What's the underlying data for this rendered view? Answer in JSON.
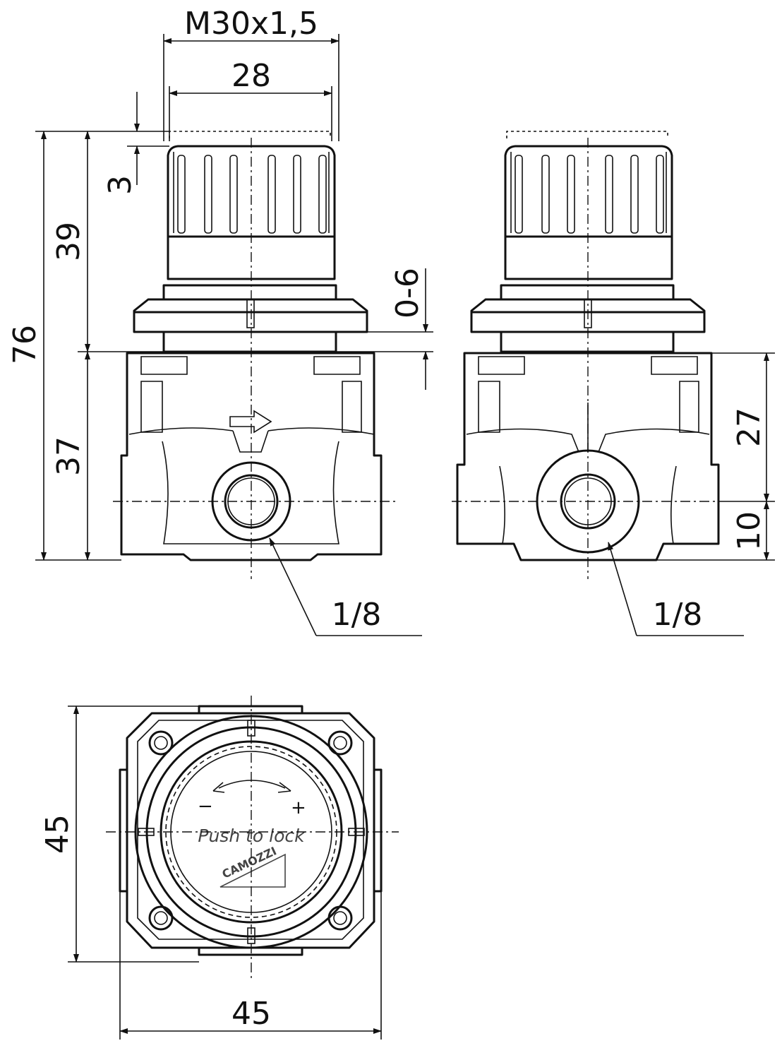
{
  "dimensions": {
    "thread": "M30x1,5",
    "knob_diameter": "28",
    "knob_offset": "3",
    "upper_height": "39",
    "total_height": "76",
    "lower_height": "37",
    "panel_range": "0-6",
    "port_to_base_top": "27",
    "port_to_bottom": "10",
    "port_size_left": "1/8",
    "port_size_right": "1/8",
    "width_vertical": "45",
    "width_horizontal": "45"
  },
  "knob_face": {
    "minus": "−",
    "plus": "+",
    "push_to_lock": "Push to lock",
    "brand": "CAMOZZI"
  }
}
